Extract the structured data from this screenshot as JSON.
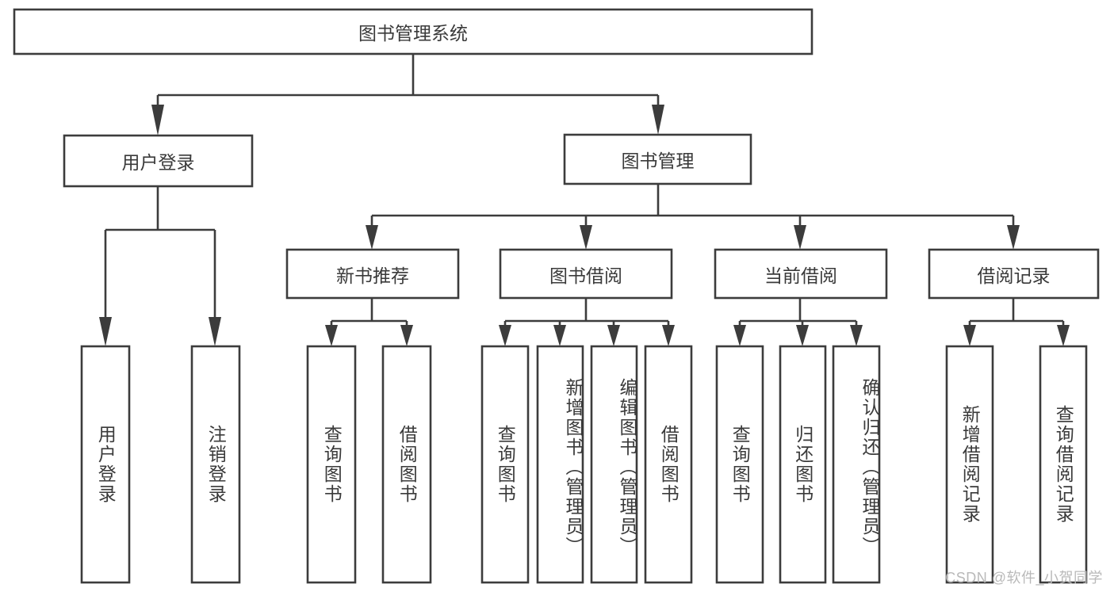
{
  "diagram": {
    "type": "tree-hierarchy",
    "title": "图书管理系统",
    "orientation": "top-down",
    "colors": {
      "box_fill": "#ffffff",
      "box_stroke": "#3c3c3c",
      "text": "#3a3a3a",
      "watermark": "#b9b9b9"
    },
    "root": {
      "label": "图书管理系统"
    },
    "level2": [
      {
        "label": "用户登录"
      },
      {
        "label": "图书管理"
      }
    ],
    "level3": [
      {
        "label": "新书推荐"
      },
      {
        "label": "图书借阅"
      },
      {
        "label": "当前借阅"
      },
      {
        "label": "借阅记录"
      }
    ],
    "leaves": {
      "user_login": [
        {
          "label": "用户登录"
        },
        {
          "label": "注销登录"
        }
      ],
      "new_book_recommend": [
        {
          "label": "查询图书"
        },
        {
          "label": "借阅图书"
        }
      ],
      "book_borrow": [
        {
          "label": "查询图书"
        },
        {
          "label": "新增图书（管理员）"
        },
        {
          "label": "编辑图书（管理员）"
        },
        {
          "label": "借阅图书"
        }
      ],
      "current_borrow": [
        {
          "label": "查询图书"
        },
        {
          "label": "归还图书"
        },
        {
          "label": "确认归还（管理员）"
        }
      ],
      "borrow_record": [
        {
          "label": "新增借阅记录"
        },
        {
          "label": "查询借阅记录"
        }
      ]
    }
  },
  "watermark": {
    "text": "CSDN @软件_小贺同学"
  }
}
